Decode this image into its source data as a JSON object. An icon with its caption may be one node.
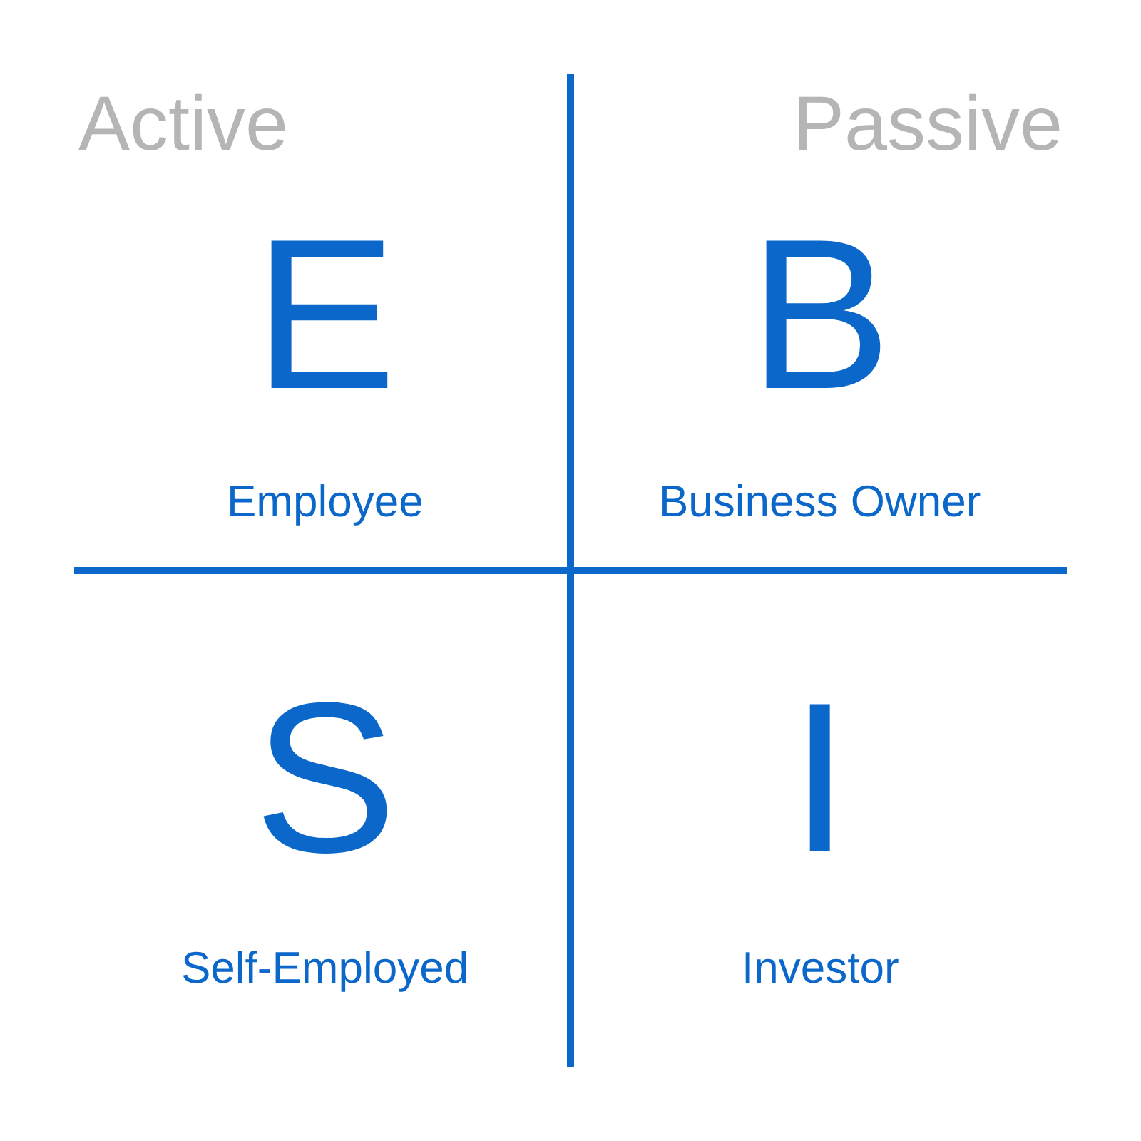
{
  "diagram": {
    "labels": [
      "Active",
      "Passive",
      "E",
      "Employee",
      "B",
      "Business Owner",
      "S",
      "Self-Employed",
      "I",
      "Investor"
    ]
  }
}
